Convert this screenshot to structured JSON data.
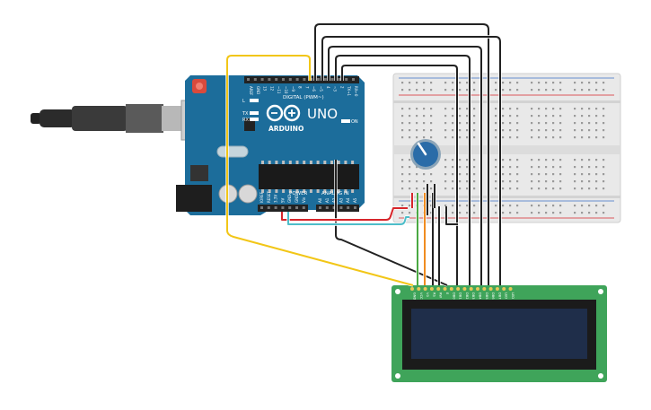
{
  "arduino": {
    "brand": "ARDUINO",
    "model": "UNO",
    "digital_label": "DIGITAL (PWM~)",
    "power_label": "POWER",
    "analog_label": "ANALOG IN",
    "on_label": "ON",
    "l_label": "L",
    "tx_label": "TX",
    "rx_label": "RX",
    "digital_pins": [
      "AREF",
      "GND",
      "13",
      "12",
      "~11",
      "~10",
      "~9",
      "8",
      "7",
      "~6",
      "~5",
      "4",
      "~3",
      "2",
      "TX→1",
      "RX←0"
    ],
    "power_pins": [
      "IOREF",
      "RESET",
      "3.3V",
      "5V",
      "GND",
      "GND",
      "Vin"
    ],
    "analog_pins": [
      "A0",
      "A1",
      "A2",
      "A3",
      "A4",
      "A5"
    ]
  },
  "lcd": {
    "pin_labels": [
      "GND",
      "VCC",
      "V0",
      "RS",
      "RW",
      "E",
      "DB0",
      "DB1",
      "DB2",
      "DB3",
      "DB4",
      "DB5",
      "DB6",
      "DB7",
      "LED",
      "LED"
    ]
  },
  "colors": {
    "arduino_board": "#1c6d9b",
    "lcd_board": "#3fa45a",
    "lcd_screen": "#1f2e4a",
    "breadboard": "#e9e9e9",
    "wire_black": "#222222",
    "wire_yellow": "#f2c617",
    "wire_red": "#d7262b",
    "wire_cyan": "#4dbdc9",
    "wire_green": "#4aa942",
    "wire_orange": "#f08c20",
    "pot_knob": "#2a6ca8"
  },
  "icons": {
    "usb": "usb-plug-icon",
    "logo": "arduino-infinity-logo-icon",
    "potentiometer": "potentiometer-icon"
  }
}
